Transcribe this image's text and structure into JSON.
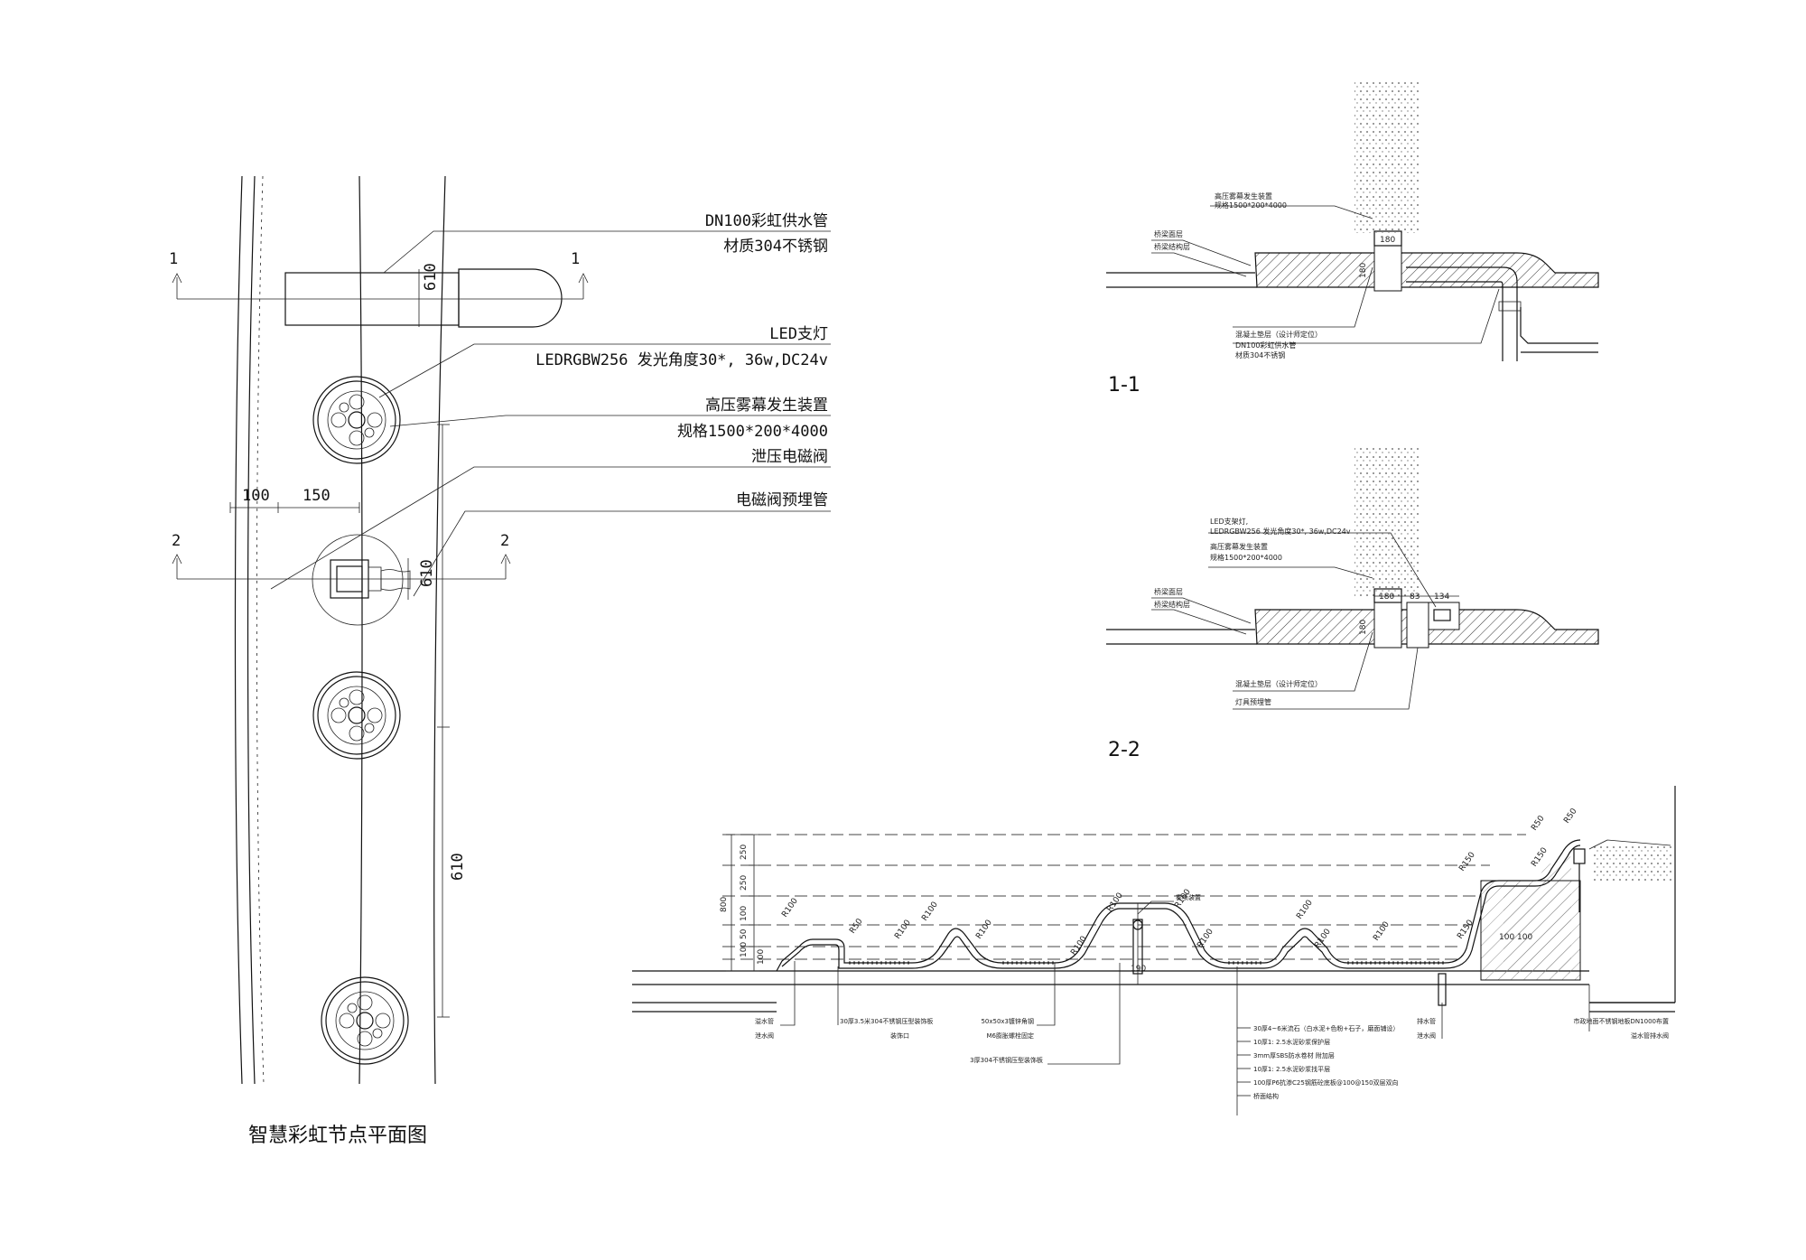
{
  "plan": {
    "title": "智慧彩虹节点平面图",
    "section_mark_1": "1",
    "section_mark_2": "2",
    "dims": {
      "d610_top": "610",
      "d610_mid": "610",
      "d610_long": "610",
      "d100": "100",
      "d150": "150"
    },
    "callouts": [
      {
        "line1": "DN100彩虹供水管",
        "line2": "材质304不锈钢"
      },
      {
        "line1": "LED支灯",
        "line2": "LEDRGBW256 发光角度30*, 36w,DC24v"
      },
      {
        "line1": "高压雾幕发生装置",
        "line2": "规格1500*200*4000"
      },
      {
        "line1": "泄压电磁阀",
        "line2": ""
      },
      {
        "line1": "电磁阀预埋管",
        "line2": ""
      }
    ]
  },
  "section_1": {
    "label": "1-1",
    "notes": [
      "高压雾幕发生装置",
      "规格1500*200*4000",
      "桥梁面层",
      "桥梁结构层",
      "混凝土垫层（设计师定位）",
      "DN100彩虹供水管",
      "材质304不锈钢"
    ],
    "dims": [
      "180",
      "180"
    ]
  },
  "section_2": {
    "label": "2-2",
    "notes": [
      "LED支架灯,",
      "LEDRGBW256 发光角度30*, 36w,DC24v",
      "高压雾幕发生装置",
      "规格1500*200*4000",
      "桥梁面层",
      "桥梁结构层",
      "混凝土垫层（设计师定位）",
      "灯具预埋管"
    ],
    "dims": [
      "180",
      "83",
      "134",
      "180"
    ]
  },
  "section_3": {
    "radius_labels": [
      "R100",
      "R50",
      "R100",
      "R100",
      "R100",
      "R100",
      "R100",
      "R100",
      "R100",
      "R100",
      "R100",
      "R100",
      "R150",
      "R150",
      "R150",
      "R50",
      "R50"
    ],
    "left_dims": [
      "250",
      "250",
      "800",
      "100",
      "50",
      "100",
      "100"
    ],
    "bottom_dims": [
      "190",
      "100",
      "100"
    ],
    "note_top": "雾喷装置",
    "bottom_notes": [
      {
        "line1": "溢水管",
        "line2": "泄水阀"
      },
      {
        "line1": "30厚3.5米304不锈钢压型装饰板",
        "line2": "装饰口"
      },
      {
        "line1": "50x50x3镀锌角钢",
        "line2": "M6膨胀螺栓固定"
      },
      {
        "line1": "3厚304不锈钢压型装饰板",
        "line2": ""
      },
      {
        "line1": "排水管",
        "line2": "泄水阀"
      },
      {
        "line1": "市政地面不锈钢地板DN1000布置",
        "line2": "溢水管排水阀"
      }
    ],
    "layers": [
      "30厚4~6米流石（白水泥+色粉+石子，磨面铺设）",
      "10厚1: 2.5水泥砂浆保护层",
      "3mm厚SBS防水卷材  附加层",
      "10厚1: 2.5水泥砂浆找平层",
      "100厚P6抗渗C25钢筋砼底板@100@150双层双向",
      "桥面结构"
    ]
  }
}
